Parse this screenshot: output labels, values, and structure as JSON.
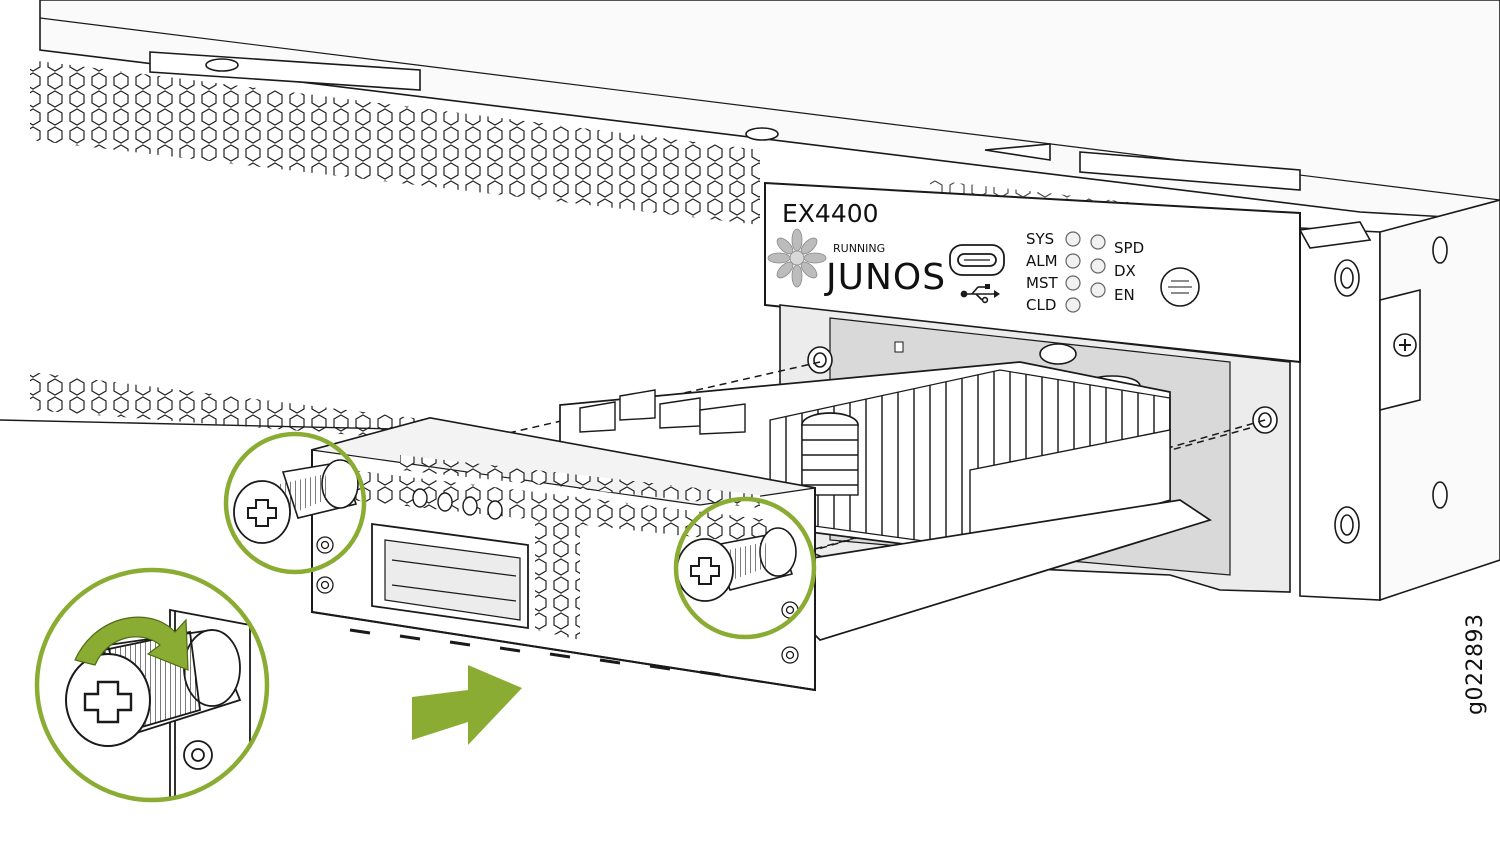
{
  "panel": {
    "model": "EX4400",
    "brand_top": "RUNNING",
    "brand_main": "JUNOS",
    "leds_left": [
      "SYS",
      "ALM",
      "MST",
      "CLD"
    ],
    "leds_right": [
      "SPD",
      "DX",
      "EN"
    ]
  },
  "figure_id": "g022893",
  "icons": [
    "junos-flower-logo",
    "usb-port-icon",
    "usb-icon",
    "led-indicator",
    "thumbscrew-icon",
    "clockwise-arrow-icon",
    "insert-direction-arrow-icon"
  ],
  "colors": {
    "highlight_green": "#8aac32",
    "line": "#1a1a1a",
    "fill_light": "#f5f5f5"
  }
}
